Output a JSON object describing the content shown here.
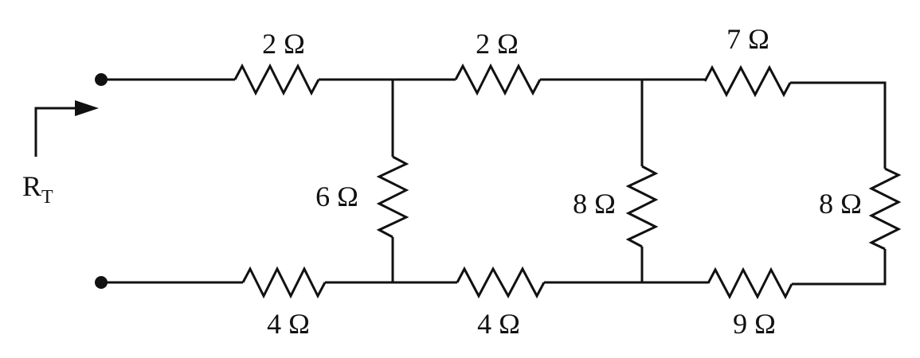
{
  "diagram": {
    "input_label": {
      "main": "R",
      "subscript": "T"
    },
    "resistors": [
      {
        "id": "r-top-1",
        "label": "2 Ω"
      },
      {
        "id": "r-top-2",
        "label": "2 Ω"
      },
      {
        "id": "r-top-3",
        "label": "7 Ω"
      },
      {
        "id": "r-bottom-1",
        "label": "4 Ω"
      },
      {
        "id": "r-bottom-2",
        "label": "4 Ω"
      },
      {
        "id": "r-bottom-3",
        "label": "9 Ω"
      },
      {
        "id": "r-shunt-1",
        "label": "6 Ω"
      },
      {
        "id": "r-shunt-2",
        "label": "8 Ω"
      },
      {
        "id": "r-shunt-3",
        "label": "8 Ω"
      }
    ]
  }
}
